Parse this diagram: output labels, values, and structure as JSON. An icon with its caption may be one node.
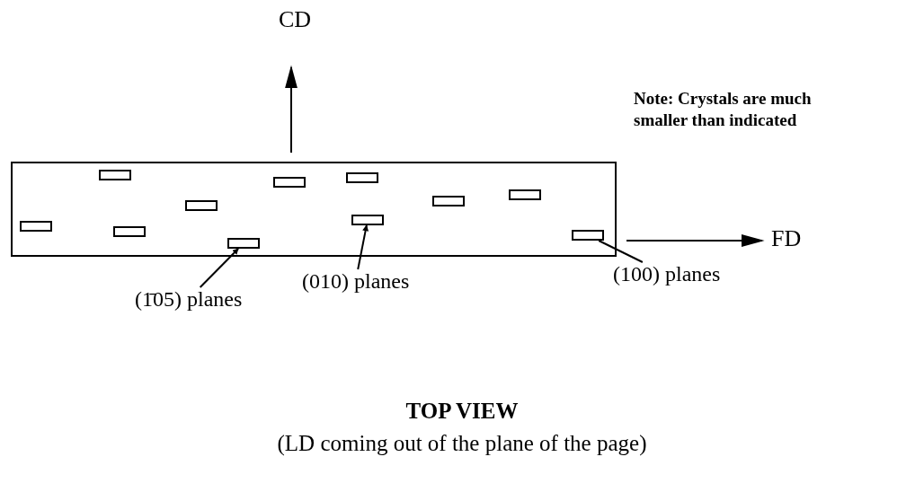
{
  "diagram": {
    "title": "TOP VIEW",
    "caption": "(LD coming out of the plane of the page)",
    "nodes": [
      {
        "text": [],
        "shape": "box"
      },
      {
        "text": [],
        "shape": "box",
        "in": 0
      },
      {
        "text": [],
        "shape": "box",
        "in": 0
      },
      {
        "text": [],
        "shape": "box",
        "in": 0
      },
      {
        "text": [],
        "shape": "box",
        "in": 0
      },
      {
        "text": [],
        "shape": "box",
        "in": 0
      },
      {
        "text": [],
        "shape": "box",
        "in": 0
      },
      {
        "text": [],
        "shape": "box",
        "in": 0
      },
      {
        "text": [],
        "shape": "box",
        "in": 0
      },
      {
        "text": [],
        "shape": "box",
        "in": 0
      },
      {
        "text": [],
        "shape": "box",
        "in": 0
      },
      {
        "text": [],
        "shape": "box",
        "in": 0
      },
      {
        "text": [
          "(1̄05) planes"
        ]
      },
      {
        "text": [
          "(010) planes"
        ]
      },
      {
        "text": [
          "(100) planes"
        ]
      }
    ],
    "edges": [
      {
        "from": 12,
        "to": 5,
        "arrow": "to"
      },
      {
        "from": 13,
        "to": 8,
        "arrow": "to"
      },
      {
        "from": 14,
        "to": 11,
        "arrow": "none"
      }
    ],
    "labels": [
      "CD",
      "Note: Crystals are much smaller than indicated",
      "FD"
    ]
  }
}
